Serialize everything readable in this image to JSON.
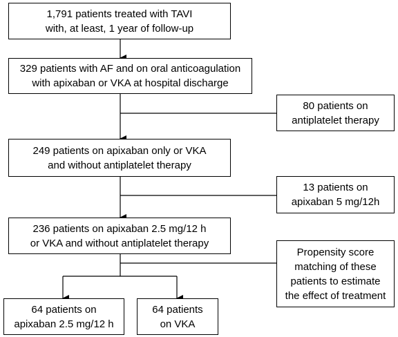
{
  "boxes": {
    "start": {
      "lines": [
        "1,791 patients treated with TAVI",
        "with, at least, 1 year of follow-up"
      ]
    },
    "af": {
      "lines": [
        "329 patients with AF and on oral anticoagulation",
        "with apixaban or VKA at hospital discharge"
      ]
    },
    "antiplatelet_excl": {
      "lines": [
        "80 patients on",
        "antiplatelet therapy"
      ]
    },
    "apixaban_only": {
      "lines": [
        "249 patients on apixaban only or VKA",
        "and without antiplatelet therapy"
      ]
    },
    "apixaban5_excl": {
      "lines": [
        "13 patients on",
        "apixaban 5 mg/12h"
      ]
    },
    "apixaban25": {
      "lines": [
        "236 patients on apixaban 2.5 mg/12 h",
        "or VKA and without antiplatelet therapy"
      ]
    },
    "propensity": {
      "lines": [
        "Propensity score",
        "matching of these",
        "patients to estimate",
        "the effect of treatment"
      ]
    },
    "group_apixaban": {
      "lines": [
        "64 patients on",
        "apixaban 2.5 mg/12 h"
      ]
    },
    "group_vka": {
      "lines": [
        "64 patients",
        "on VKA"
      ]
    }
  }
}
